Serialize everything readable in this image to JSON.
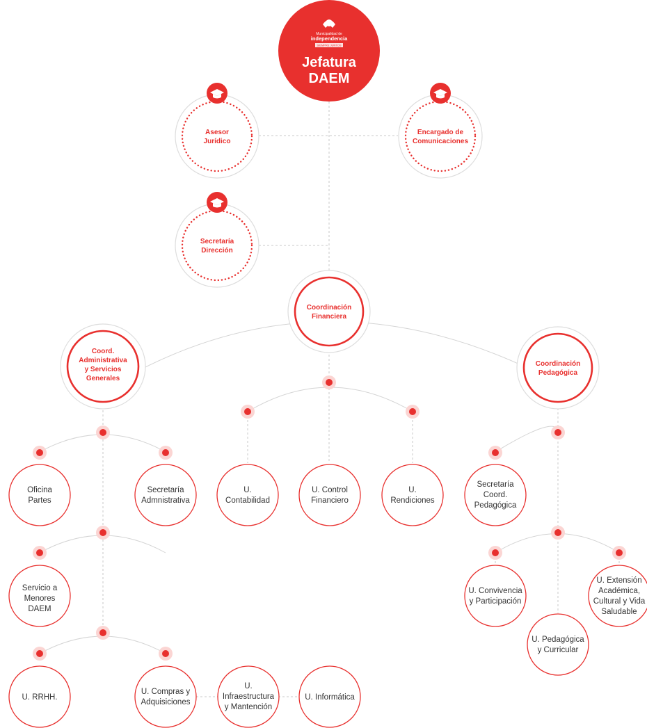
{
  "root": {
    "logo_line1": "Municipalidad de",
    "logo_line2": "independencia",
    "logo_line3": "SIEMPRE JUNTOS",
    "title_line1": "Jefatura",
    "title_line2": "DAEM"
  },
  "advisors": {
    "asesor": [
      "Asesor",
      "Jurídico"
    ],
    "comunicaciones": [
      "Encargado de",
      "Comunicaciones"
    ],
    "secretaria": [
      "Secretaría",
      "Dirección"
    ]
  },
  "coordinations": {
    "financiera": [
      "Coordinación",
      "Financiera"
    ],
    "administrativa": [
      "Coord.",
      "Administrativa",
      "y Servicios",
      "Generales"
    ],
    "pedagogica": [
      "Coordinación",
      "Pedagógica"
    ]
  },
  "units": {
    "oficina_partes": [
      "Oficina",
      "Partes"
    ],
    "secretaria_adm": [
      "Secretaría",
      "Admnistrativa"
    ],
    "servicio_menores": [
      "Servicio a",
      "Menores",
      "DAEM"
    ],
    "rrhh": [
      "U. RRHH."
    ],
    "compras": [
      "U. Compras y",
      "Adquisiciones"
    ],
    "infraestructura": [
      "U.",
      "Infraestructura",
      "y Mantención"
    ],
    "informatica": [
      "U. Informática"
    ],
    "contabilidad": [
      "U.",
      "Contabilidad"
    ],
    "control_financiero": [
      "U. Control",
      "Financiero"
    ],
    "rendiciones": [
      "U.",
      "Rendiciones"
    ],
    "secretaria_pedagogica": [
      "Secretaría",
      "Coord.",
      "Pedagógica"
    ],
    "convivencia": [
      "U. Convivencia",
      "y Participación"
    ],
    "pedagogica_curricular": [
      "U. Pedagógica",
      "y Curricular"
    ],
    "extension": [
      "U. Extensión",
      "Académica,",
      "Cultural y Vida",
      "Saludable"
    ]
  },
  "colors": {
    "accent": "#e8302e",
    "accent_light": "#fbd5d3",
    "line": "#c9c9c9",
    "text": "#333333"
  },
  "icons": {
    "cap": "graduation-cap-icon"
  }
}
